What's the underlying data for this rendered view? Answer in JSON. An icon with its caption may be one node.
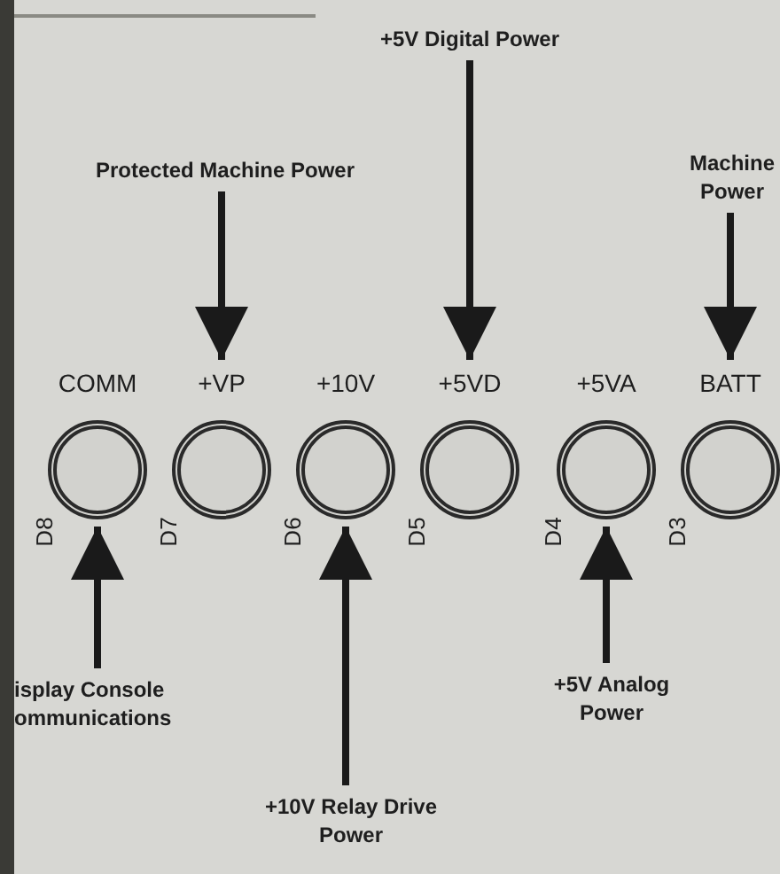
{
  "diagram": {
    "nodes": [
      {
        "text": [
          "+5V Digital Power"
        ]
      },
      {
        "text": [
          "Protected Machine Power"
        ]
      },
      {
        "text": [
          "Machine Power"
        ]
      },
      {
        "text": [
          "COMM"
        ],
        "beside": [
          "D8"
        ]
      },
      {
        "text": [
          "+VP"
        ],
        "beside": [
          "D7"
        ]
      },
      {
        "text": [
          "+10V"
        ],
        "beside": [
          "D6"
        ]
      },
      {
        "text": [
          "+5VD"
        ],
        "beside": [
          "D5"
        ]
      },
      {
        "text": [
          "+5VA"
        ],
        "beside": [
          "D4"
        ]
      },
      {
        "text": [
          "BATT"
        ],
        "beside": [
          "D3"
        ]
      },
      {
        "text": [
          "isplay Console ommunications"
        ]
      },
      {
        "text": [
          "+10V Relay Drive Power"
        ]
      },
      {
        "text": [
          "+5V Analog Power"
        ]
      }
    ],
    "edges": [
      {
        "from": 0,
        "to": 6,
        "arrow": "to"
      },
      {
        "from": 1,
        "to": 4,
        "arrow": "to"
      },
      {
        "from": 2,
        "to": 8,
        "arrow": "to"
      },
      {
        "from": 9,
        "to": 3,
        "arrow": "to"
      },
      {
        "from": 10,
        "to": 5,
        "arrow": "to"
      },
      {
        "from": 11,
        "to": 7,
        "arrow": "to"
      }
    ]
  }
}
